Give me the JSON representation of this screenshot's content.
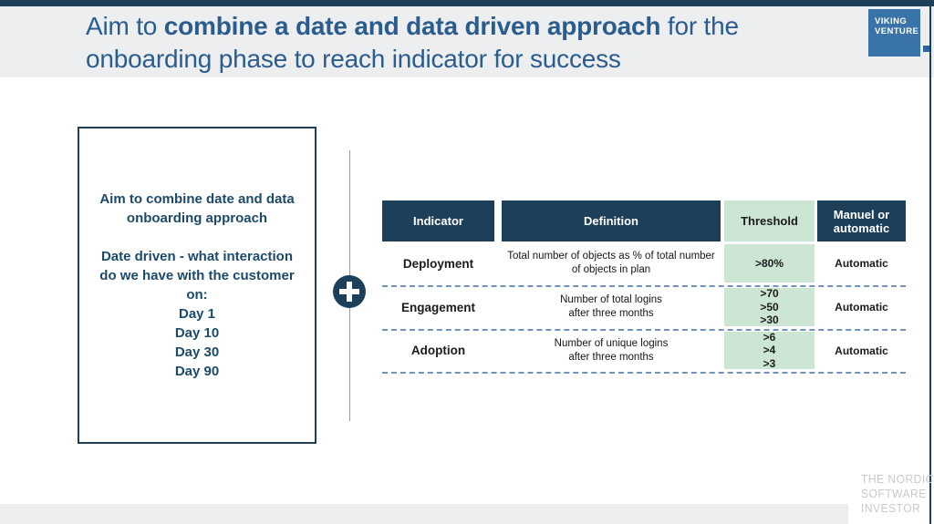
{
  "slide": {
    "title": {
      "prefix": "Aim to ",
      "bold": "combine a date and data driven approach",
      "suffix": " for the onboarding phase to reach indicator for success"
    },
    "logo": {
      "line1": "VIKING",
      "line2": "VENTURE"
    },
    "footer_logo": {
      "line1": "THE NORDIC",
      "line2": "SOFTWARE",
      "line3": "INVESTOR"
    }
  },
  "left_box": {
    "paragraph1": "Aim to combine date and data onboarding approach",
    "paragraph2": "Date driven - what interaction do we have with the customer on:",
    "days": [
      "Day 1",
      "Day 10",
      "Day 30",
      "Day 90"
    ]
  },
  "plus_icon": "plus",
  "table": {
    "headers": [
      "Indicator",
      "Definition",
      "Threshold",
      "Manuel or automatic"
    ],
    "rows": [
      {
        "indicator": "Deployment",
        "definition_line1": "Total number of objects as % of total number",
        "definition_line2": "of objects in plan",
        "threshold": [
          ">80%"
        ],
        "mode": "Automatic"
      },
      {
        "indicator": "Engagement",
        "definition_line1": "Number of total logins",
        "definition_line2": "after three months",
        "threshold": [
          ">70",
          ">50",
          ">30"
        ],
        "mode": "Automatic"
      },
      {
        "indicator": "Adoption",
        "definition_line1": "Number of unique logins",
        "definition_line2": "after three months",
        "threshold": [
          ">6",
          ">4",
          ">3"
        ],
        "mode": "Automatic"
      }
    ]
  },
  "colors": {
    "navy": "#1E3F5A",
    "threshold_green": "#CDE5D3",
    "title_blue": "#2B5C8E",
    "band_gray": "#EDEEF0",
    "dashed_blue": "#6F93BA",
    "logo_blue": "#3A73A8"
  }
}
